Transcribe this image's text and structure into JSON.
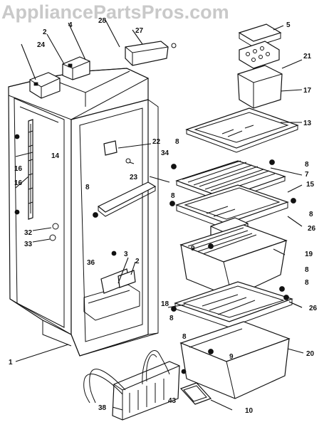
{
  "watermark": "AppliancePartsPros.com",
  "callouts": [
    {
      "id": "c1",
      "text": "1"
    },
    {
      "id": "c2a",
      "text": "2"
    },
    {
      "id": "c2b",
      "text": "2"
    },
    {
      "id": "c3",
      "text": "3"
    },
    {
      "id": "c4",
      "text": "4"
    },
    {
      "id": "c5",
      "text": "5"
    },
    {
      "id": "c7",
      "text": "7"
    },
    {
      "id": "c8a",
      "text": "8"
    },
    {
      "id": "c8b",
      "text": "8"
    },
    {
      "id": "c8c",
      "text": "8"
    },
    {
      "id": "c8d",
      "text": "8"
    },
    {
      "id": "c8e",
      "text": "8"
    },
    {
      "id": "c8f",
      "text": "8"
    },
    {
      "id": "c8g",
      "text": "8"
    },
    {
      "id": "c8h",
      "text": "8"
    },
    {
      "id": "c8i",
      "text": "8"
    },
    {
      "id": "c9a",
      "text": "9"
    },
    {
      "id": "c9b",
      "text": "9"
    },
    {
      "id": "c10",
      "text": "10"
    },
    {
      "id": "c13",
      "text": "13"
    },
    {
      "id": "c14",
      "text": "14"
    },
    {
      "id": "c15",
      "text": "15"
    },
    {
      "id": "c16a",
      "text": "16"
    },
    {
      "id": "c16b",
      "text": "16"
    },
    {
      "id": "c17",
      "text": "17"
    },
    {
      "id": "c18",
      "text": "18"
    },
    {
      "id": "c19",
      "text": "19"
    },
    {
      "id": "c20",
      "text": "20"
    },
    {
      "id": "c21",
      "text": "21"
    },
    {
      "id": "c22",
      "text": "22"
    },
    {
      "id": "c23",
      "text": "23"
    },
    {
      "id": "c24",
      "text": "24"
    },
    {
      "id": "c26a",
      "text": "26"
    },
    {
      "id": "c26b",
      "text": "26"
    },
    {
      "id": "c27",
      "text": "27"
    },
    {
      "id": "c28",
      "text": "28"
    },
    {
      "id": "c32",
      "text": "32"
    },
    {
      "id": "c33",
      "text": "33"
    },
    {
      "id": "c34",
      "text": "34"
    },
    {
      "id": "c36",
      "text": "36"
    },
    {
      "id": "c38",
      "text": "38"
    },
    {
      "id": "c43",
      "text": "43"
    }
  ]
}
